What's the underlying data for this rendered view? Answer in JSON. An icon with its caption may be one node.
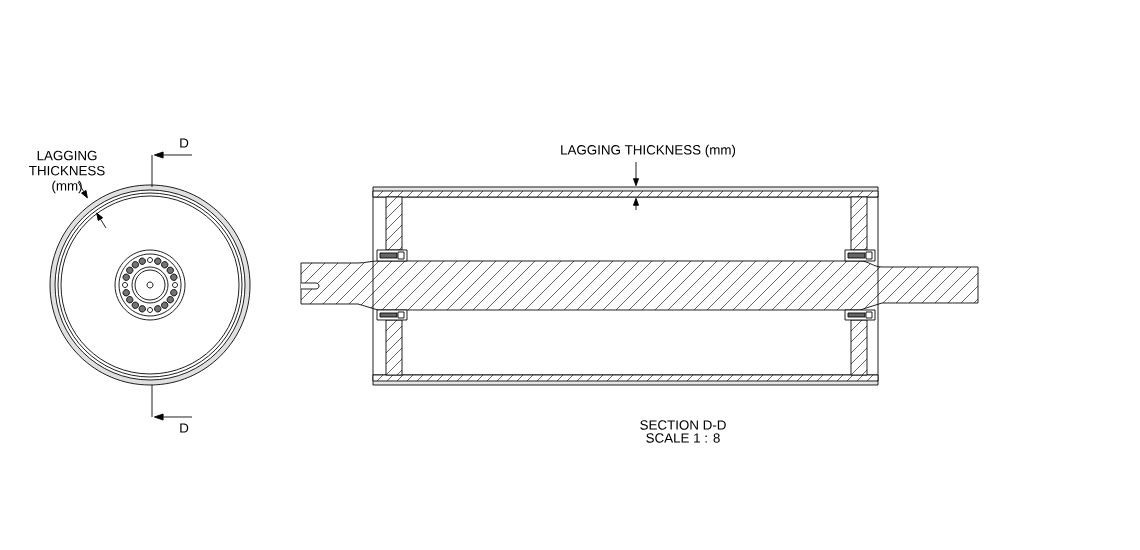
{
  "diagram": {
    "labels": [
      "D",
      "LAGGING THICKNESS (mm)",
      "LAGGING THICKNESS (mm)",
      "D",
      "SECTION D-D",
      "SCALE 1 : 8"
    ]
  }
}
